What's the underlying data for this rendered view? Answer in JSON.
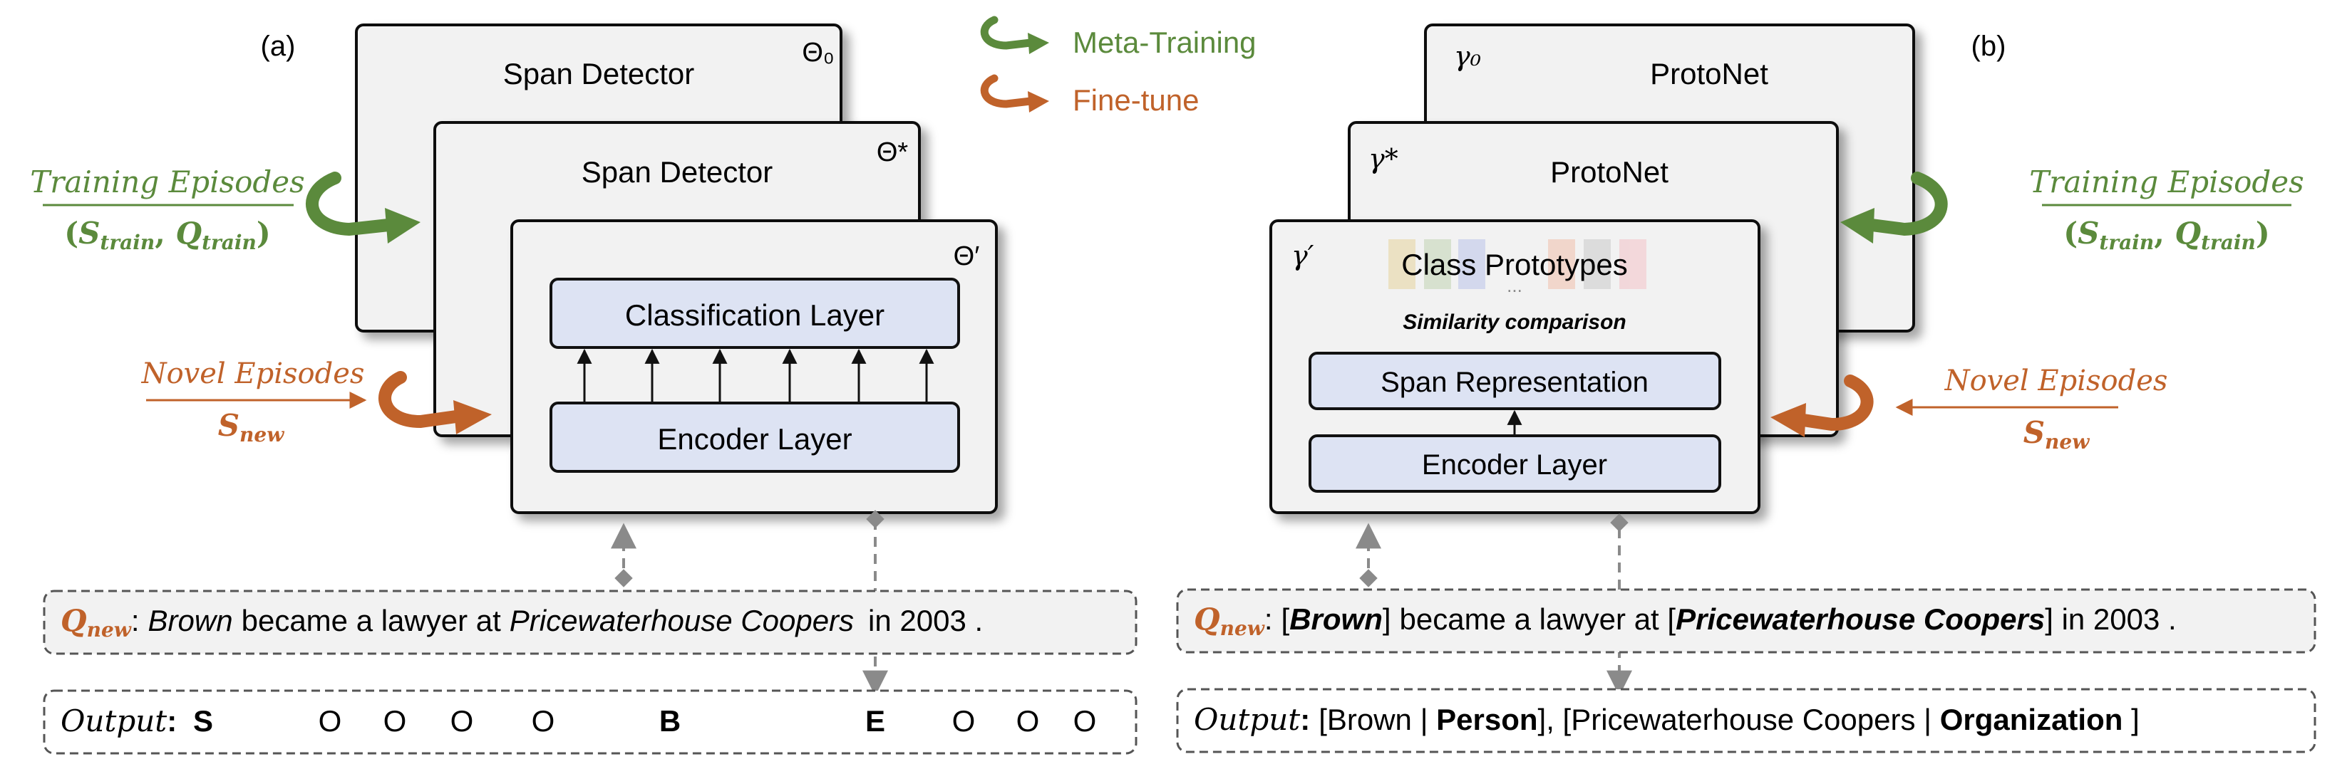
{
  "panel_a": {
    "label": "(a)",
    "card_back": {
      "title": "Span Detector",
      "param": "Θ₀"
    },
    "card_mid": {
      "title": "Span Detector",
      "param": "Θ*"
    },
    "card_front": {
      "param": "Θ′",
      "top_layer": "Classification Layer",
      "bottom_layer": "Encoder Layer"
    },
    "training": {
      "title": "Training Episodes",
      "formula_open": "(",
      "s": "S",
      "s_sub": "train",
      "comma": ", ",
      "q": "Q",
      "q_sub": "train",
      "formula_close": ")"
    },
    "novel": {
      "title": "Novel Episodes",
      "s": "S",
      "s_sub": "new"
    },
    "query": {
      "q": "Q",
      "q_sub": "new",
      "colon": ":",
      "w1": "Brown",
      "w2": "became a  lawyer at",
      "w3": "Pricewaterhouse  Coopers",
      "w4": "in  2003  ."
    },
    "output": {
      "label": "Output",
      "colon": ":",
      "tags": [
        "S",
        "O",
        "O",
        "O",
        "O",
        "B",
        "E",
        "O",
        "O",
        "O"
      ]
    }
  },
  "legend": {
    "meta": "Meta-Training",
    "fine": "Fine-tune"
  },
  "panel_b": {
    "label": "(b)",
    "card_back": {
      "title": "ProtoNet",
      "param": "γ₀"
    },
    "card_mid": {
      "title": "ProtoNet",
      "param": "γ*"
    },
    "card_front": {
      "param": "γ′",
      "prototypes": "Class Prototypes",
      "ellipsis": "...",
      "similarity": "Similarity comparison",
      "top_layer": "Span Representation",
      "bottom_layer": "Encoder Layer"
    },
    "training": {
      "title": "Training Episodes",
      "formula_open": "(",
      "s": "S",
      "s_sub": "train",
      "comma": ", ",
      "q": "Q",
      "q_sub": "train",
      "formula_close": ")"
    },
    "novel": {
      "title": "Novel Episodes",
      "s": "S",
      "s_sub": "new"
    },
    "query": {
      "q": "Q",
      "q_sub": "new",
      "colon": ":",
      "b1": "[",
      "w1": "Brown",
      "b2": "]",
      "w2": "became a  lawyer at [",
      "w3": "Pricewaterhouse  Coopers",
      "w4": "]  in  2003  ."
    },
    "output": {
      "label": "Output",
      "colon": ":",
      "p1": "[Brown | ",
      "e1": "Person",
      "p2": "], [Pricewaterhouse  Coopers   | ",
      "e2": "Organization",
      "p3": " ]"
    }
  },
  "colors": {
    "green": "#5b8a3c",
    "orange": "#c0622a",
    "card": "#f2f2f2",
    "layer": "#dde3f3",
    "dash": "#888888"
  }
}
